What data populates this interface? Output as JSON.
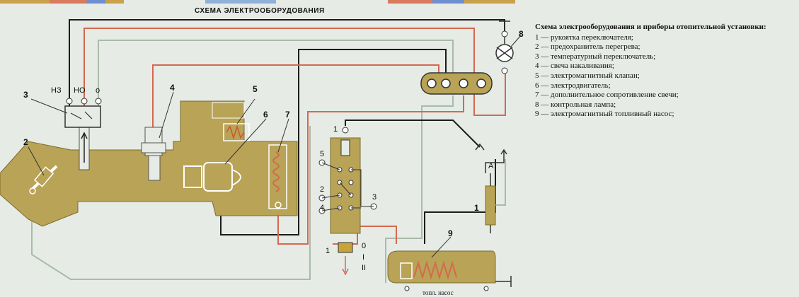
{
  "diagram": {
    "title": "СХЕМА ЭЛЕКТРООБОРУДОВАНИЯ",
    "switch_labels": {
      "nz": "НЗ",
      "no": "НО"
    },
    "numbers": {
      "n1a": "1",
      "n1b": "1",
      "n1c": "1",
      "n2a": "2",
      "n2b": "2",
      "n3a": "3",
      "n3b": "3",
      "n4a": "4",
      "n4b": "4",
      "n5a": "5",
      "n5b": "5",
      "n6": "6",
      "n7": "7",
      "n8": "8",
      "n9": "9"
    },
    "switch_positions": {
      "p0": "0",
      "p1": "I",
      "p2": "II"
    },
    "ammeter": "А",
    "pump_caption": "топл. насос"
  },
  "legend": {
    "title": "Схема электрооборудования и приборы отопительной установки:",
    "items": [
      "1 — рукоятка переключателя;",
      "2 — предохранитель перегрева;",
      "3 — температурный переключатель;",
      "4 — свеча накаливания;",
      "5 — электромагнитный клапан;",
      "6 — электродвигатель;",
      "7 — дополнительное сопротивление свечи;",
      "8 — контрольная лампа;",
      "9 — электромагнитный топливный насос;"
    ]
  },
  "colors": {
    "background": "#e6ebe6",
    "heater_body": "#b8a356",
    "wire_black": "#1c1c1c",
    "wire_red": "#d4694f",
    "wire_gray": "#a9bba9"
  }
}
